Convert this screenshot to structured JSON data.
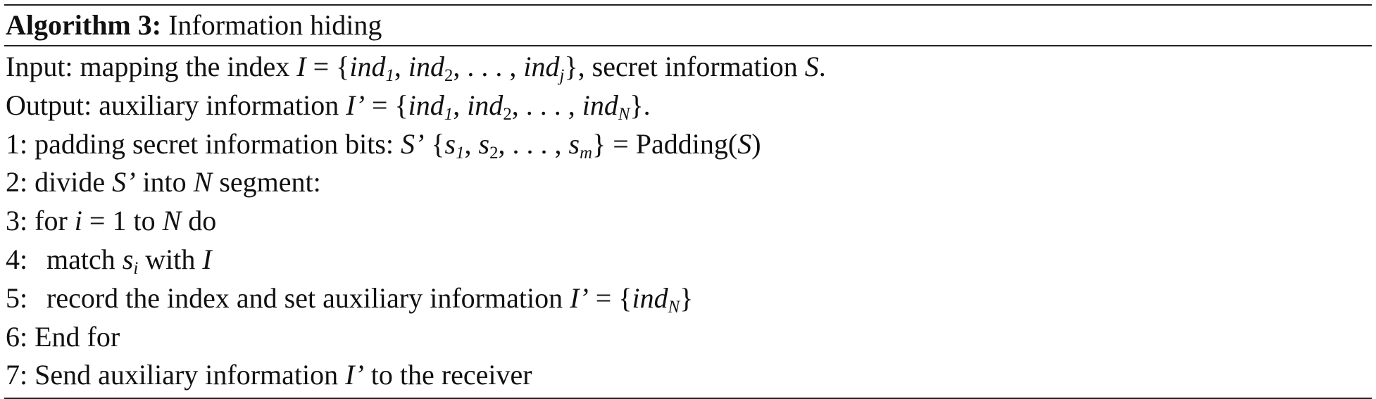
{
  "algorithm": {
    "label": "Algorithm 3:",
    "title": "Information hiding"
  },
  "io": {
    "input_prefix": "Input: mapping the index ",
    "input_suffix": ", secret information ",
    "input_end": ".",
    "output_prefix": "Output: auxiliary information ",
    "output_end": "."
  },
  "steps": {
    "s1": {
      "num": "1:",
      "text": "padding secret information bits: "
    },
    "s2": {
      "num": "2:",
      "text_a": "divide ",
      "text_b": " into ",
      "text_c": " segment:"
    },
    "s3": {
      "num": "3:",
      "text_a": "for ",
      "text_b": " = 1 to ",
      "text_c": " do"
    },
    "s4": {
      "num": "4:",
      "text_a": "match ",
      "text_b": " with "
    },
    "s5": {
      "num": "5:",
      "text": "record the index and set auxiliary information "
    },
    "s6": {
      "num": "6:",
      "text": "End for"
    },
    "s7": {
      "num": "7:",
      "text_a": "Send auxiliary information ",
      "text_b": " to the receiver"
    }
  },
  "math": {
    "I": "I",
    "I_prime": "I’",
    "S": "S",
    "S_prime": "S’",
    "N": "N",
    "i": "i",
    "s": "s",
    "ind": "ind",
    "sub_1": "1",
    "sub_2": "2",
    "sub_j": "j",
    "sub_N": "N",
    "sub_m": "m",
    "sub_i": "i",
    "eq": " = ",
    "lbrace": "{",
    "rbrace": "}",
    "comma": ", ",
    "ellipsis": " . . . , ",
    "padding_fn": "Padding(",
    "rparen": ")"
  }
}
